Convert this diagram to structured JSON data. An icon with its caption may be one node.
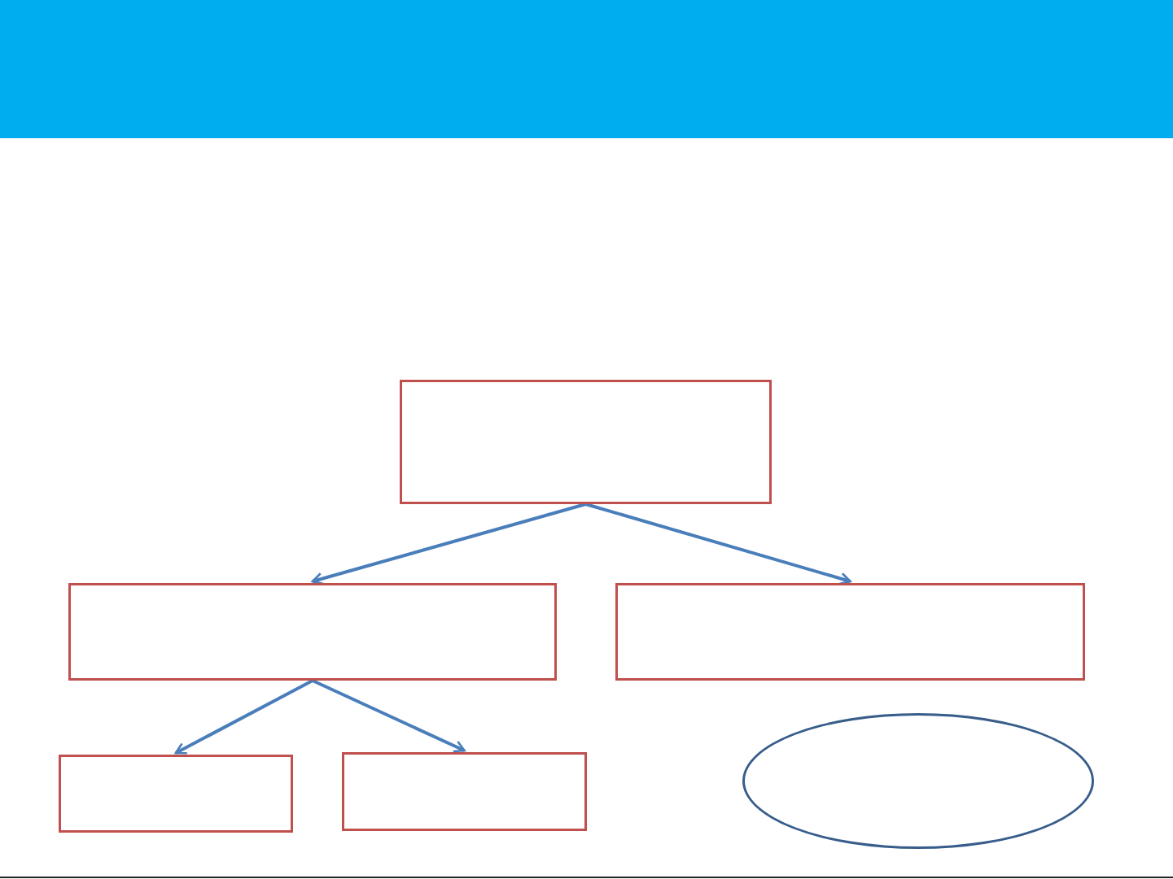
{
  "diagram": {
    "nodes": [
      {
        "text": [],
        "shape": "box"
      },
      {
        "text": [],
        "shape": "box"
      },
      {
        "text": [],
        "shape": "box"
      },
      {
        "text": [],
        "shape": "box"
      },
      {
        "text": [],
        "shape": "box"
      },
      {
        "text": [],
        "shape": "ellipse"
      }
    ],
    "edges": [
      {
        "from": 0,
        "to": 1,
        "arrow": "to"
      },
      {
        "from": 0,
        "to": 2,
        "arrow": "to"
      },
      {
        "from": 1,
        "to": 3,
        "arrow": "to"
      },
      {
        "from": 1,
        "to": 4,
        "arrow": "to"
      }
    ]
  }
}
